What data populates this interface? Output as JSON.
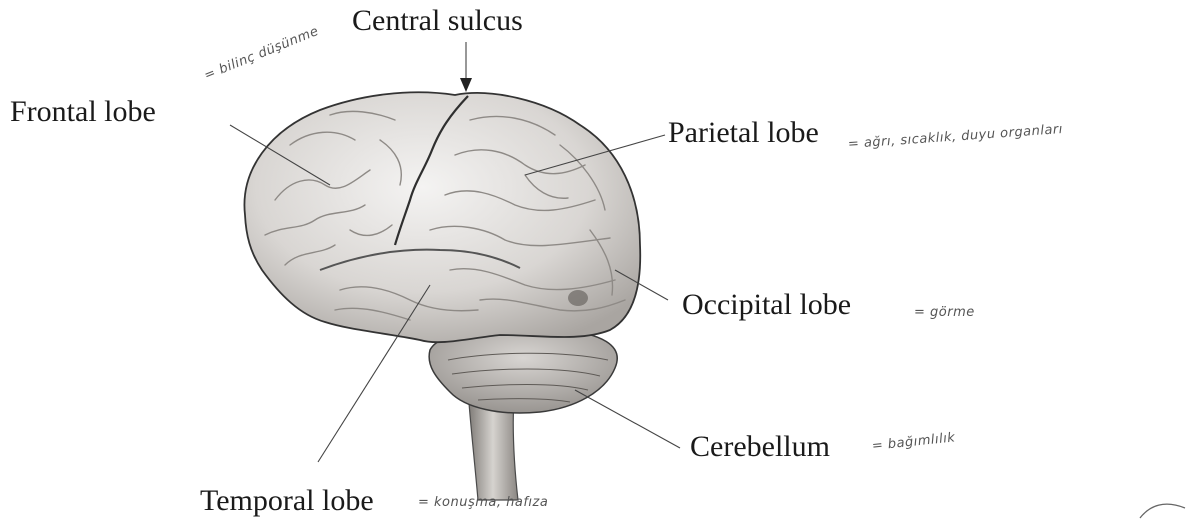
{
  "labels": {
    "central_sulcus": "Central sulcus",
    "frontal_lobe": "Frontal lobe",
    "parietal_lobe": "Parietal lobe",
    "occipital_lobe": "Occipital lobe",
    "cerebellum": "Cerebellum",
    "temporal_lobe": "Temporal lobe"
  },
  "annotations": {
    "frontal": "= bilinç düşünme",
    "parietal": "= ağrı, sıcaklık, duyu organları",
    "occipital": "= görme",
    "cerebellum": "= bağımlılık",
    "temporal": "= konuşma, hafıza"
  },
  "colors": {
    "brain_fill": "#e6e4e2",
    "brain_shade": "#9c9995",
    "outline": "#3a3a3a",
    "text": "#1a1a1a",
    "handwriting": "#555555"
  }
}
